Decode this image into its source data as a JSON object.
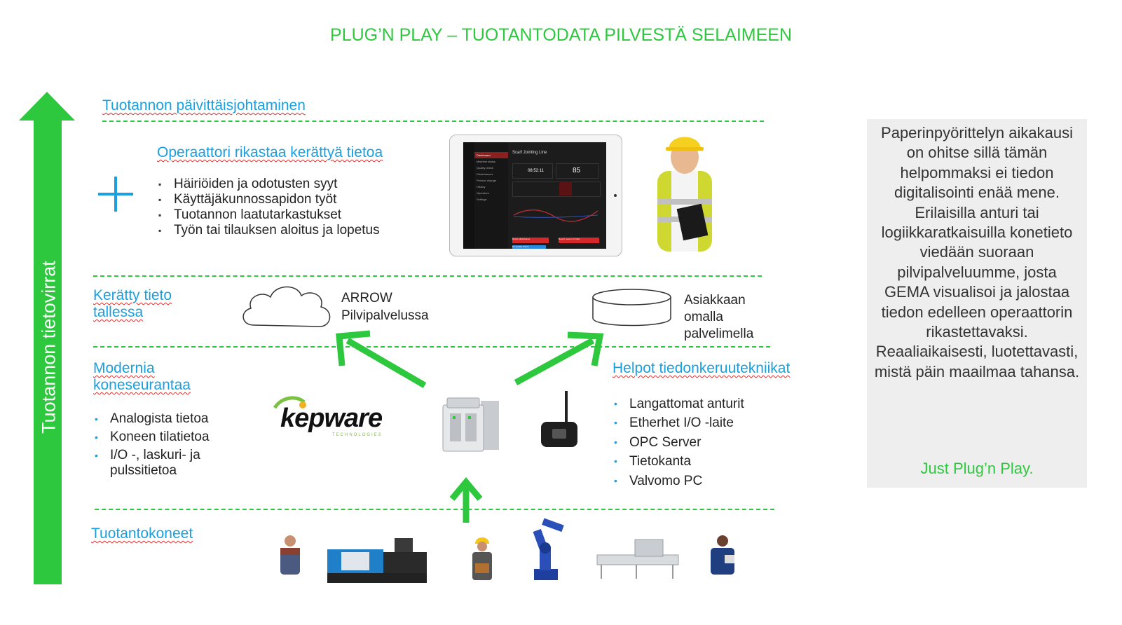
{
  "title": "PLUG’N PLAY – TUOTANTODATA PILVESTÄ SELAIMEEN",
  "vertical_arrow_label": "Tuotannon tietovirrat",
  "sections": {
    "management": "Tuotannon päivittäisjohtaminen",
    "operator": {
      "heading": "Operaattori rikastaa kerättyä tietoa",
      "items": [
        "Häiriöiden ja odotusten syyt",
        "Käyttäjäkunnossapidon työt",
        "Tuotannon laatutarkastukset",
        "Työn tai tilauksen aloitus ja lopetus"
      ]
    },
    "storage": {
      "heading": "Kerätty tieto tallessa",
      "cloud_label_1": "ARROW",
      "cloud_label_2": "Pilvipalvelussa",
      "db_label_1": "Asiakkaan",
      "db_label_2": "omalla",
      "db_label_3": "palvelimella"
    },
    "monitoring": {
      "heading": "Modernia koneseurantaa",
      "items": [
        "Analogista tietoa",
        "Koneen tilatietoa",
        "I/O -, laskuri- ja pulssitietoa"
      ]
    },
    "collection": {
      "heading": "Helpot tiedonkeruutekniikat",
      "items": [
        "Langattomat anturit",
        "Etherhet I/O -laite",
        "OPC Server",
        "Tietokanta",
        "Valvomo PC"
      ]
    },
    "machines": "Tuotantokoneet"
  },
  "kepware": {
    "name": "kepware",
    "sub": "TECHNOLOGIES"
  },
  "tablet": {
    "sidebar": [
      "Dashboard",
      "Machine status",
      "Quality check",
      "Disturbances",
      "Product change",
      "History",
      "Operators",
      "Settings"
    ],
    "header": "Scarf Jointing Line",
    "time": "08:52:11",
    "value": "85",
    "btn1": "Report disturbance",
    "btn2": "Report reason for halts",
    "btn3": "Do Quality Check"
  },
  "sidebox": {
    "text": "Paperinpyörittelyn aikakausi on ohitse sillä tämän helpommaksi ei tiedon digitalisointi enää mene. Erilaisilla anturi tai logiikkaratkaisuilla konetieto viedään suoraan pilvipalveluumme, josta GEMA visualisoi ja jalostaa tiedon edelleen operaattorin rikastettavaksi. Reaaliaikaisesti, luotettavasti, mistä päin maailmaa tahansa.",
    "accent": "Just Plug’n Play."
  },
  "colors": {
    "accent_green": "#2ec83e",
    "heading_blue": "#1aa0e0",
    "sidebox_bg": "#eeeeee"
  }
}
